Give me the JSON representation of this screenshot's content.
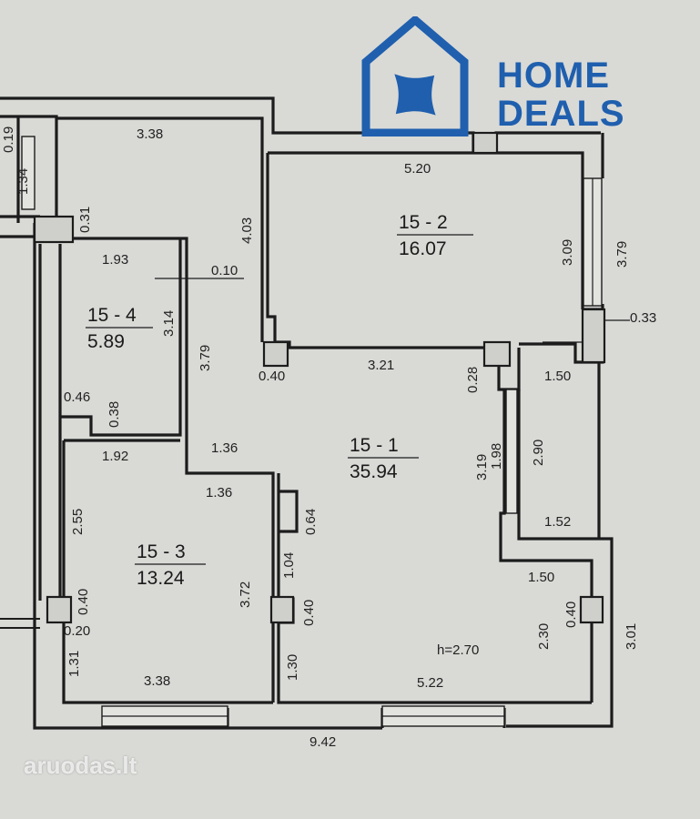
{
  "brand": {
    "line1": "HOME",
    "line2": "DEALS",
    "color": "#1f5fae",
    "icon": "house-star-logo-icon"
  },
  "watermark": "aruodas.lt",
  "rooms": [
    {
      "id": "15 - 2",
      "area": "16.07"
    },
    {
      "id": "15 - 4",
      "area": "5.89"
    },
    {
      "id": "15 - 1",
      "area": "35.94"
    },
    {
      "id": "15 - 3",
      "area": "13.24"
    }
  ],
  "ceiling_height": "h=2.70",
  "dimensions": {
    "d019": "0.19",
    "d134": "1.34",
    "d031": "0.31",
    "d338_top": "3.38",
    "d403": "4.03",
    "d520": "5.20",
    "d309": "3.09",
    "d379_right": "3.79",
    "d193": "1.93",
    "d010": "0.10",
    "d314": "3.14",
    "d379_left": "3.79",
    "d033": "0.33",
    "d040_a": "0.40",
    "d321": "3.21",
    "d028": "0.28",
    "d150_a": "1.50",
    "d046": "0.46",
    "d038": "0.38",
    "d192": "1.92",
    "d136_a": "1.36",
    "d136_b": "1.36",
    "d319": "3.19",
    "d198": "1.98",
    "d290": "2.90",
    "d255": "2.55",
    "d064": "0.64",
    "d152": "1.52",
    "d040_b": "0.40",
    "d104": "1.04",
    "d372": "3.72",
    "d150_b": "1.50",
    "d040_c": "0.40",
    "d040_d": "0.40",
    "d020": "0.20",
    "d230": "2.30",
    "d301": "3.01",
    "d131": "1.31",
    "d130": "1.30",
    "d338_bottom": "3.38",
    "d522": "5.22",
    "d942": "9.42"
  }
}
